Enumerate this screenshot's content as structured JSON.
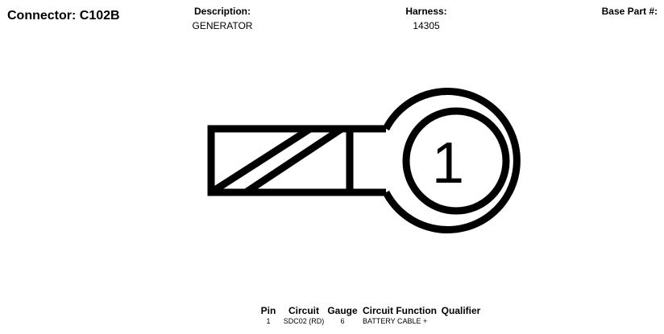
{
  "header": {
    "connector_title": "Connector: C102B",
    "description_label": "Description:",
    "description_value": "GENERATOR",
    "harness_label": "Harness:",
    "harness_value": "14305",
    "base_part_label": "Base Part #:"
  },
  "diagram": {
    "terminal_number": "1"
  },
  "pin_table": {
    "columns": [
      "Pin",
      "Circuit",
      "Gauge",
      "Circuit Function",
      "Qualifier"
    ],
    "rows": [
      {
        "pin": "1",
        "circuit": "SDC02 (RD)",
        "gauge": "6",
        "function": "BATTERY CABLE +",
        "qualifier": ""
      }
    ]
  }
}
